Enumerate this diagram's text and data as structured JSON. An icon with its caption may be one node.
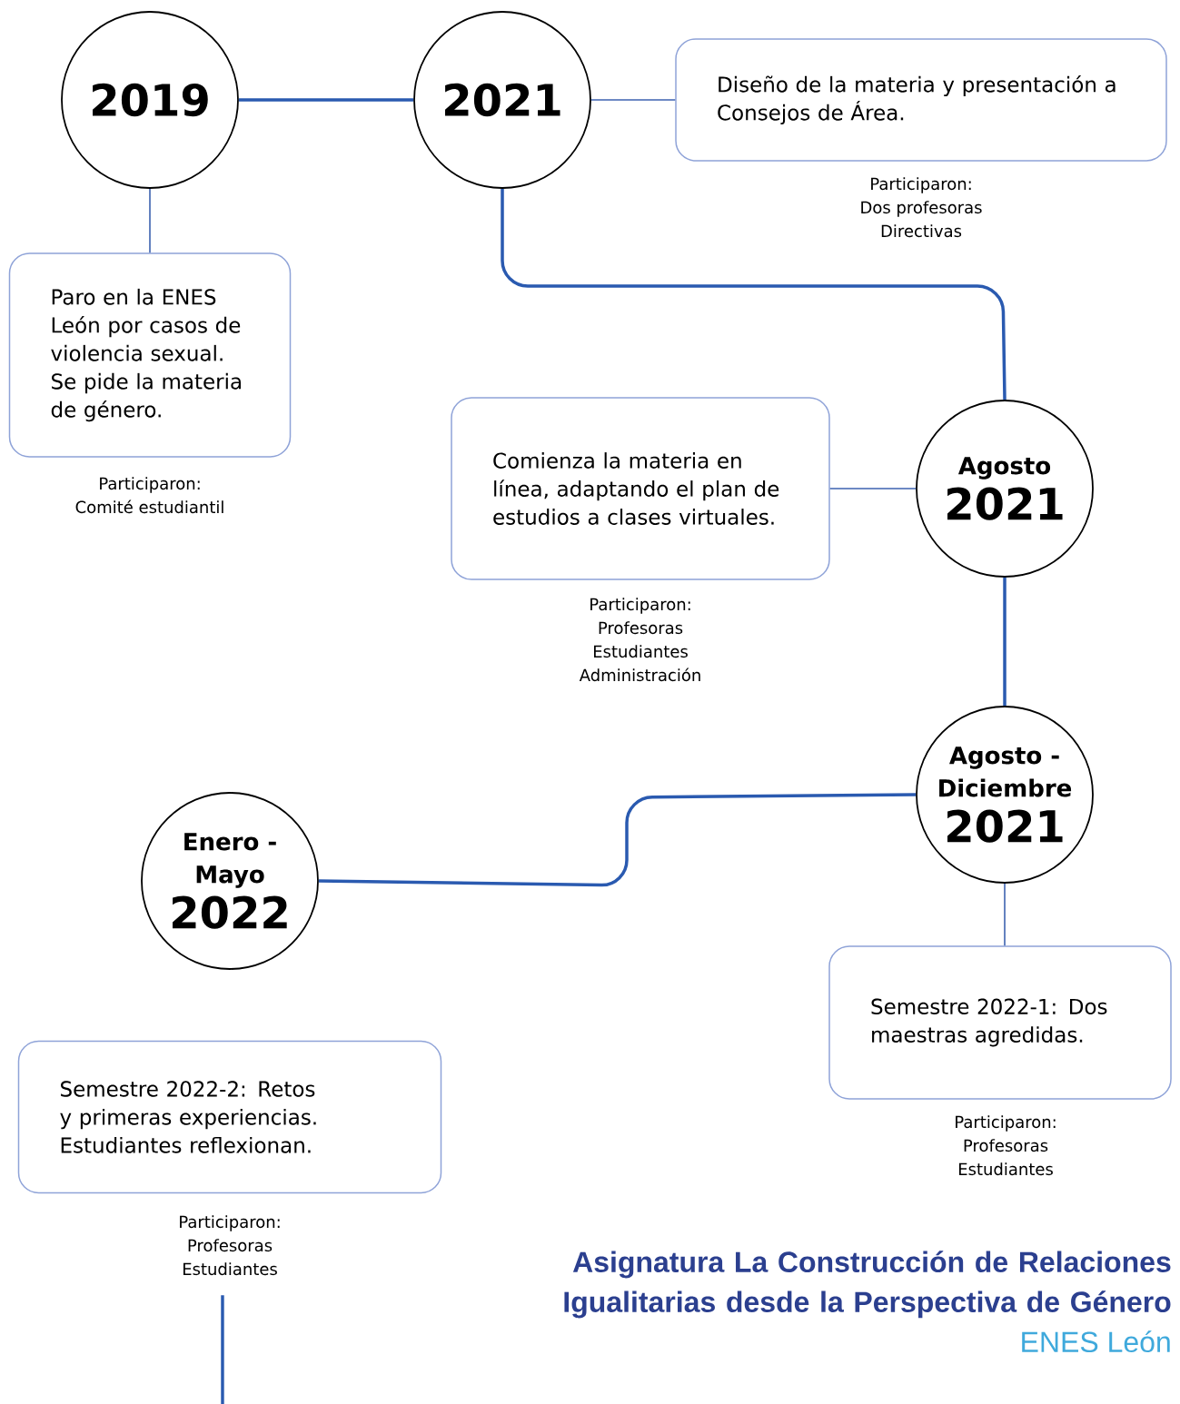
{
  "diagram": {
    "title": "Asignatura La Construcción de Relaciones Igualitarias desde la Perspectiva de Género",
    "nodes": [
      {
        "text": [
          "2019"
        ]
      },
      {
        "text": [
          "2021"
        ]
      },
      {
        "text": [
          "Diseño de la materia y presentación a Consejos de Área."
        ],
        "beside": [
          "Participaron:",
          "Dos profesoras",
          "Directivas"
        ]
      },
      {
        "text": [
          "Paro en la ENES León por casos de violencia sexual. Se pide la materia de género."
        ],
        "beside": [
          "Participaron:",
          "Comité estudiantil"
        ]
      },
      {
        "text": [
          "Agosto",
          "2021"
        ]
      },
      {
        "text": [
          "Comienza la materia en línea, adaptando el plan de estudios a clases virtuales."
        ],
        "beside": [
          "Participaron:",
          "Profesoras",
          "Estudiantes",
          "Administración"
        ]
      },
      {
        "text": [
          "Agosto - Diciembre",
          "2021"
        ]
      },
      {
        "text": [
          "Semestre 2022-1: Dos maestras agredidas."
        ],
        "beside": [
          "Participaron:",
          "Profesoras",
          "Estudiantes"
        ]
      },
      {
        "text": [
          "Enero - Mayo",
          "2022"
        ]
      },
      {
        "text": [
          "Semestre 2022-2: Retos y primeras experiencias. Estudiantes reflexionan."
        ],
        "beside": [
          "Participaron:",
          "Profesoras",
          "Estudiantes"
        ]
      }
    ],
    "edges": [
      {
        "from": 0,
        "to": 1,
        "arrow": "none"
      },
      {
        "from": 1,
        "to": 2,
        "arrow": "none"
      },
      {
        "from": 0,
        "to": 3,
        "arrow": "none"
      },
      {
        "from": 1,
        "to": 4,
        "arrow": "none"
      },
      {
        "from": 4,
        "to": 5,
        "arrow": "none"
      },
      {
        "from": 4,
        "to": 6,
        "arrow": "none"
      },
      {
        "from": 6,
        "to": 7,
        "arrow": "none"
      },
      {
        "from": 6,
        "to": 8,
        "arrow": "none"
      },
      {
        "from": 9,
        "to": null,
        "arrow": "none"
      }
    ],
    "labels": [
      "ENES León"
    ]
  }
}
